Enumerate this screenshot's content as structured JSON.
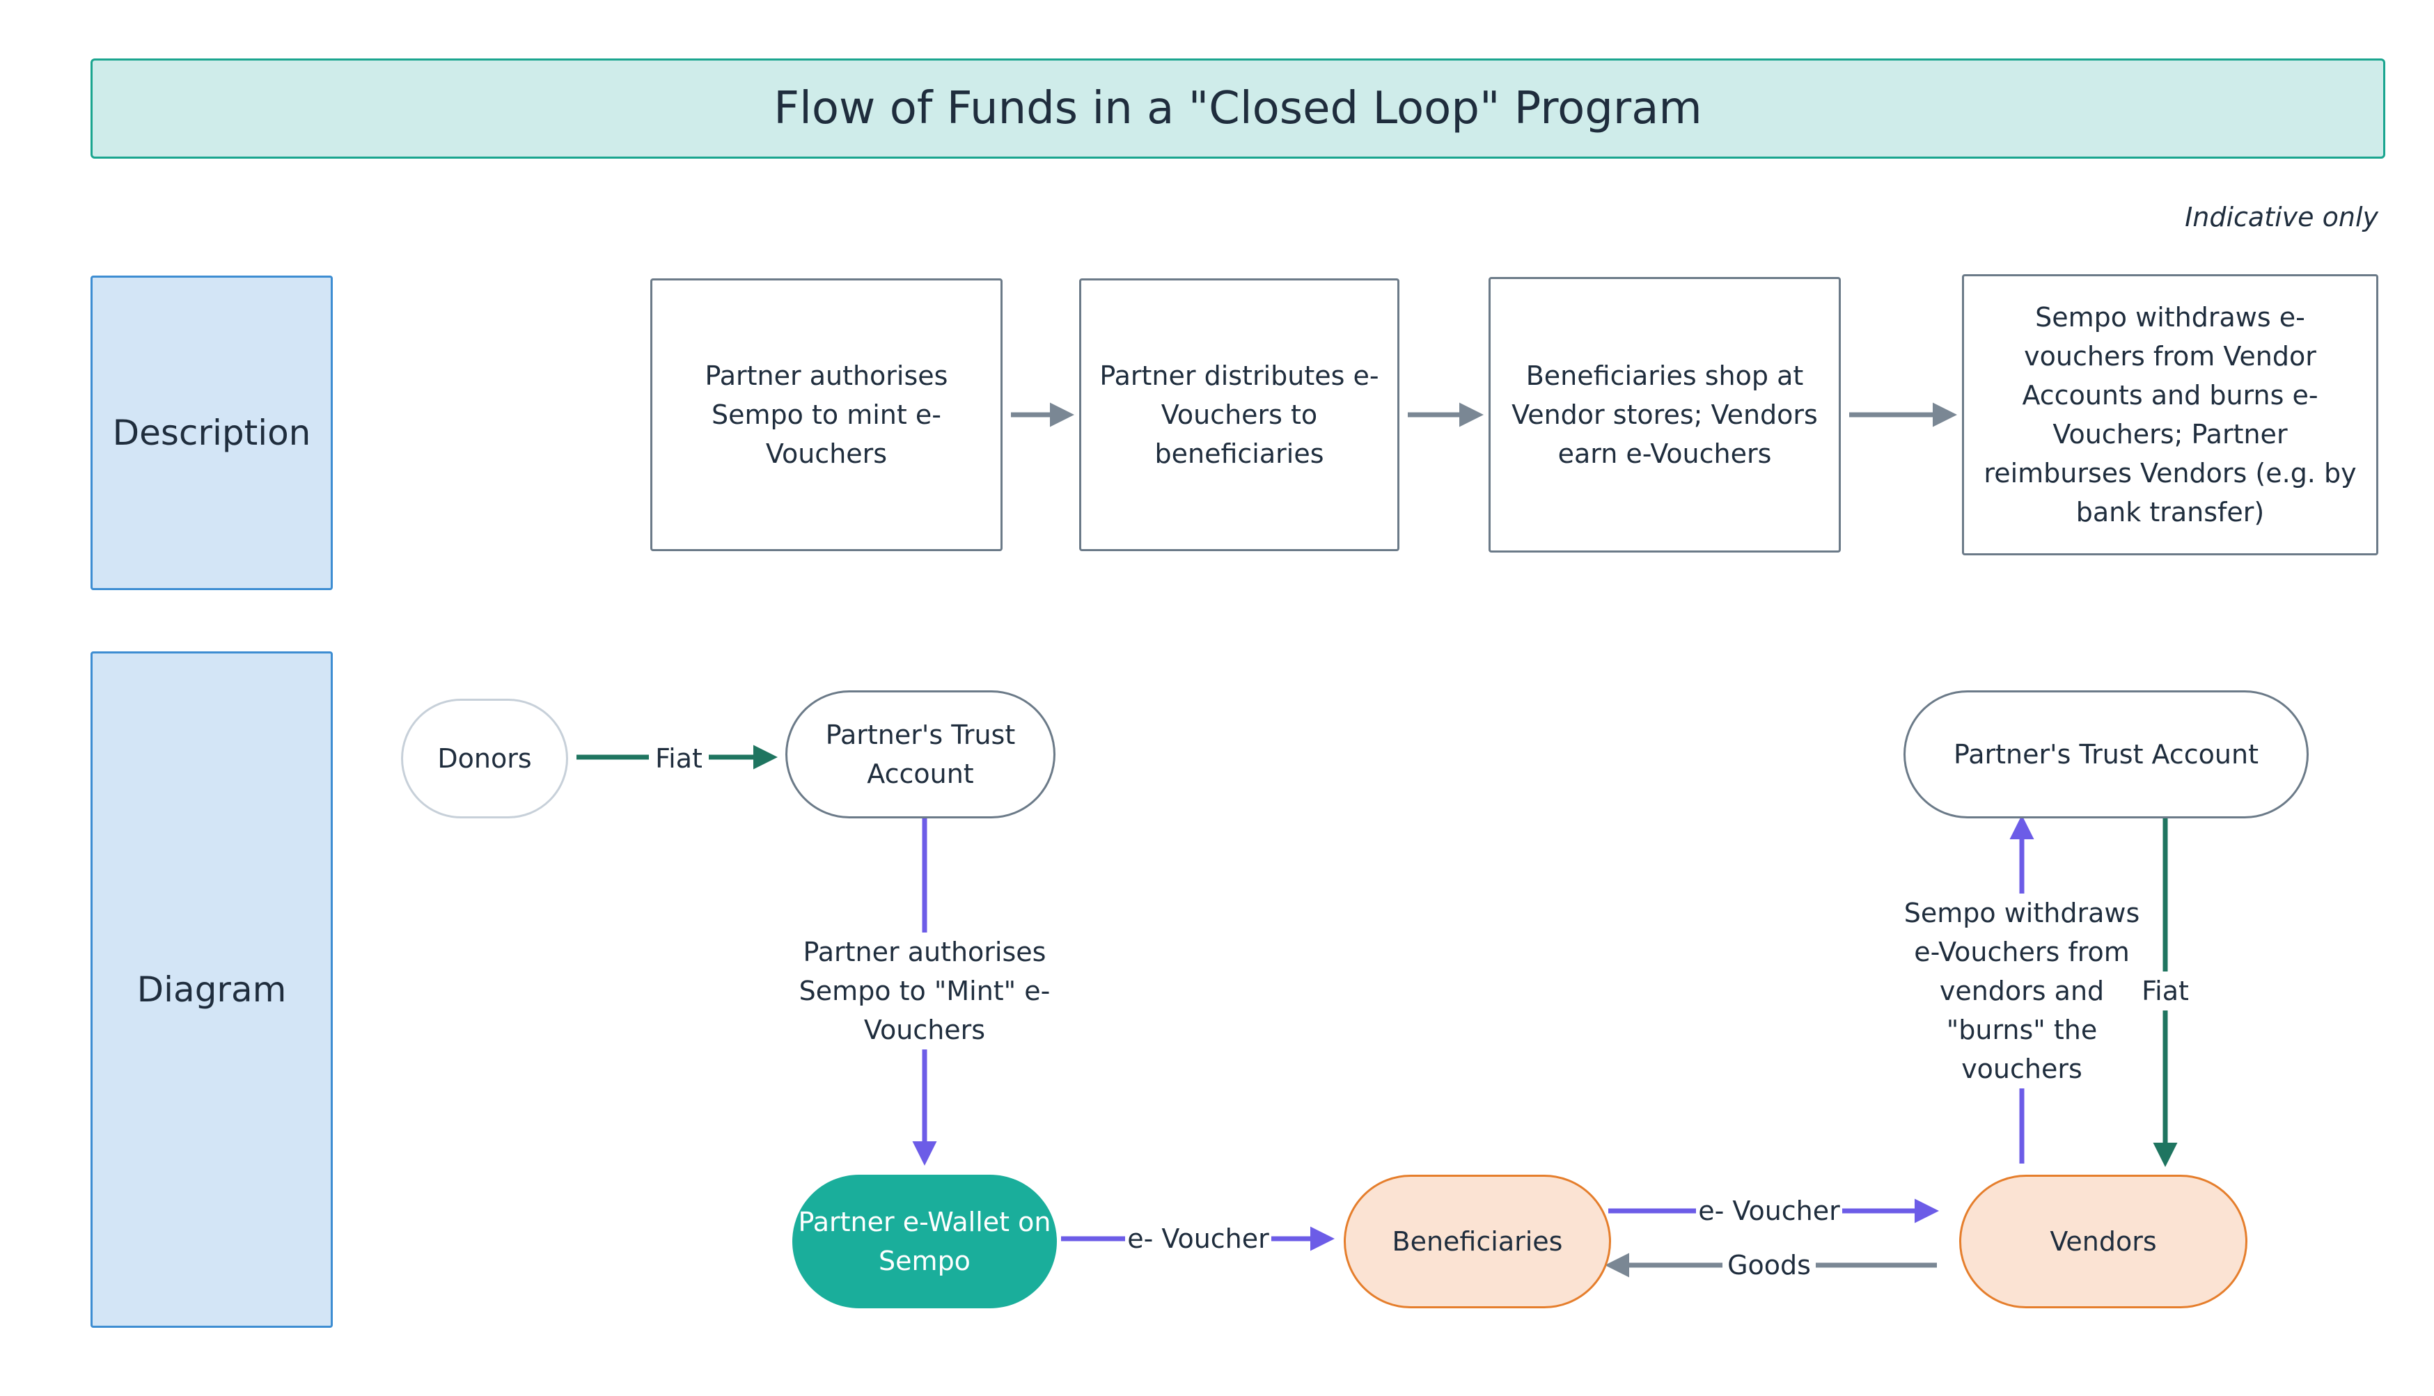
{
  "title": "Flow of Funds in a \"Closed Loop\" Program",
  "note": "Indicative only",
  "rows": {
    "description": "Description",
    "diagram": "Diagram"
  },
  "steps": [
    "Partner authorises Sempo to mint e-Vouchers",
    "Partner distributes e-Vouchers to beneficiaries",
    "Beneficiaries shop at Vendor stores; Vendors earn e-Vouchers",
    "Sempo withdraws e-vouchers from Vendor Accounts and burns e- Vouchers; Partner reimburses Vendors (e.g. by bank transfer)"
  ],
  "nodes": {
    "donors": "Donors",
    "trust_left": "Partner's Trust Account",
    "trust_right": "Partner's Trust Account",
    "wallet": "Partner e-Wallet on Sempo",
    "beneficiaries": "Beneficiaries",
    "vendors": "Vendors"
  },
  "edges": {
    "donors_to_trust": "Fiat",
    "trust_to_wallet": "Partner authorises Sempo to \"Mint\" e-Vouchers",
    "wallet_to_beneficiaries": "e- Voucher",
    "beneficiaries_to_vendors": "e- Voucher",
    "vendors_to_beneficiaries": "Goods",
    "vendors_to_trust": "Sempo withdraws e-Vouchers from vendors and \"burns\" the vouchers",
    "trust_to_vendors": "Fiat"
  },
  "colors": {
    "fiat_arrow": "#1f7560",
    "voucher_arrow": "#6c5ce7",
    "goods_arrow": "#7a8794",
    "step_arrow": "#7a8794"
  }
}
